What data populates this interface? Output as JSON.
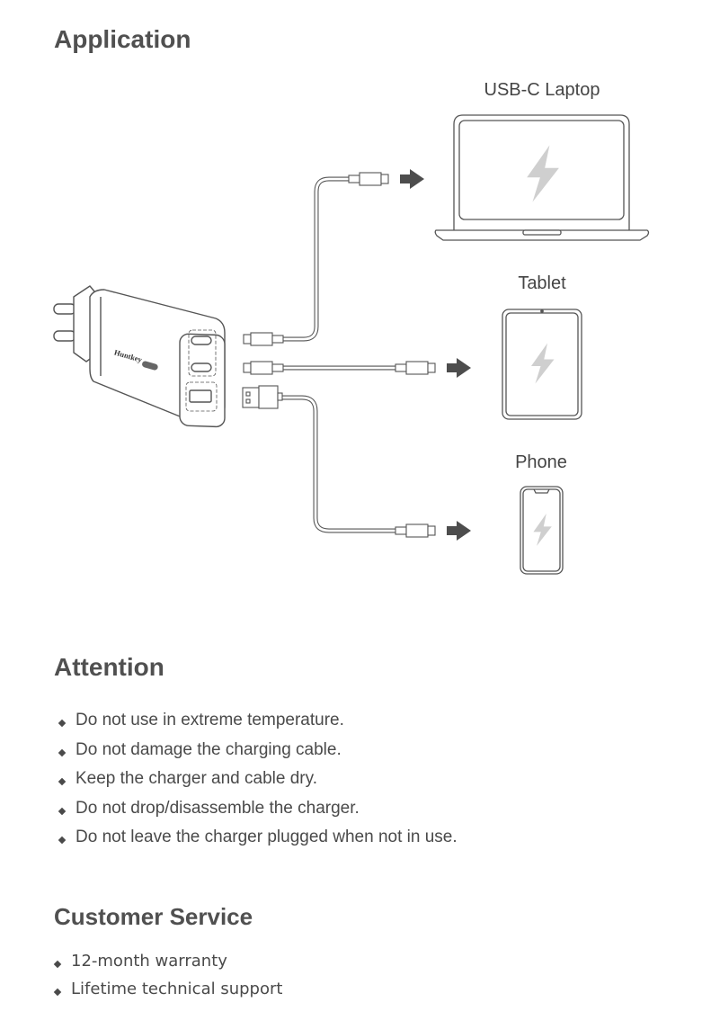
{
  "application": {
    "title": "Application",
    "charger": {
      "brand": "Huntkey",
      "ports": [
        "USB-C",
        "USB-C",
        "USB-A"
      ]
    },
    "devices": [
      {
        "label": "USB-C Laptop",
        "icon": "laptop-icon"
      },
      {
        "label": "Tablet",
        "icon": "tablet-icon"
      },
      {
        "label": "Phone",
        "icon": "phone-icon"
      }
    ]
  },
  "attention": {
    "title": "Attention",
    "items": [
      "Do not use in extreme temperature.",
      "Do not damage the charging cable.",
      "Keep the charger and cable dry.",
      "Do not drop/disassemble the charger.",
      "Do not leave the charger plugged when not in use."
    ]
  },
  "customer_service": {
    "title": "Customer Service",
    "items": [
      "12-month warranty",
      "Lifetime technical support"
    ]
  },
  "colors": {
    "text": "#4a4a4a",
    "line": "#555555",
    "arrow": "#4d4d4d",
    "bolt": "#cfcfcf"
  }
}
